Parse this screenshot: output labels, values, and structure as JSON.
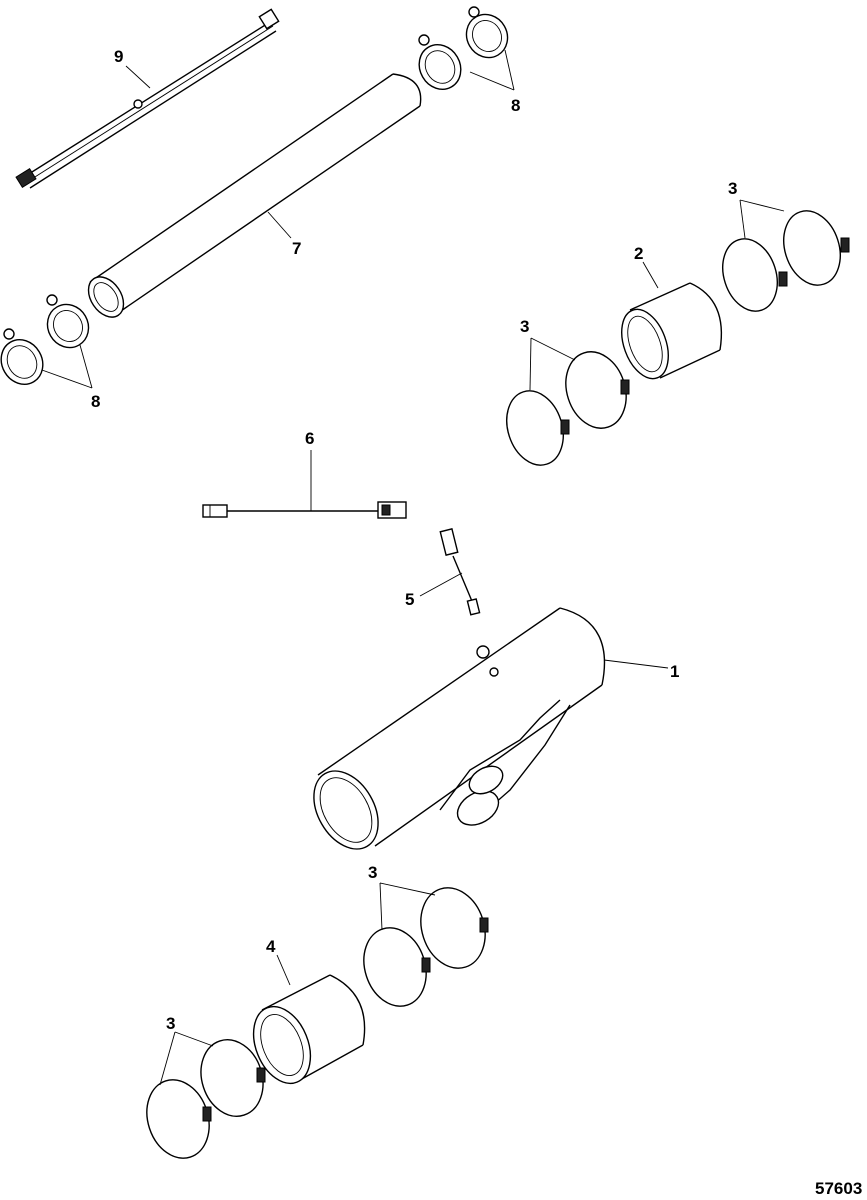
{
  "callouts": {
    "c1": "1",
    "c2": "2",
    "c3a": "3",
    "c3b": "3",
    "c3c": "3",
    "c3d": "3",
    "c4": "4",
    "c5": "5",
    "c6": "6",
    "c7": "7",
    "c8a": "8",
    "c8b": "8",
    "c9": "9"
  },
  "figure_number": "57603"
}
